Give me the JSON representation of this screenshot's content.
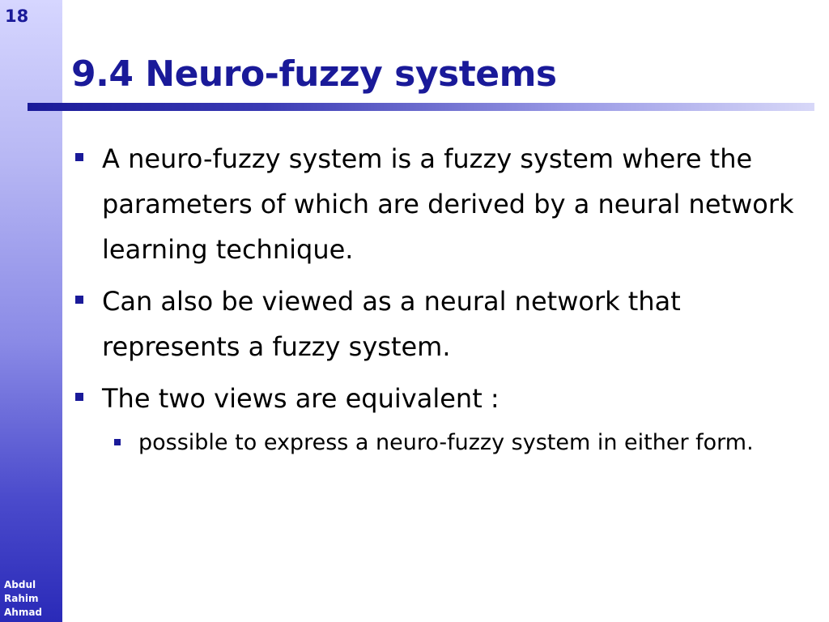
{
  "slide": {
    "number": "18",
    "title": "9.4 Neuro-fuzzy systems",
    "author": [
      "Abdul",
      "Rahim",
      "Ahmad"
    ],
    "bullets": [
      "A neuro-fuzzy system is a fuzzy system where the parameters of which are derived by a neural network learning technique.",
      "Can also be viewed as a neural network that represents a fuzzy system.",
      "The two views are equivalent :"
    ],
    "sub_bullets": [
      "possible to express a neuro-fuzzy system in either form."
    ]
  },
  "colors": {
    "title": "#1a1a99",
    "bullet_marker": "#1a1a99",
    "sidebar_top": "#d6d6ff",
    "sidebar_bottom": "#2a2ab8"
  }
}
